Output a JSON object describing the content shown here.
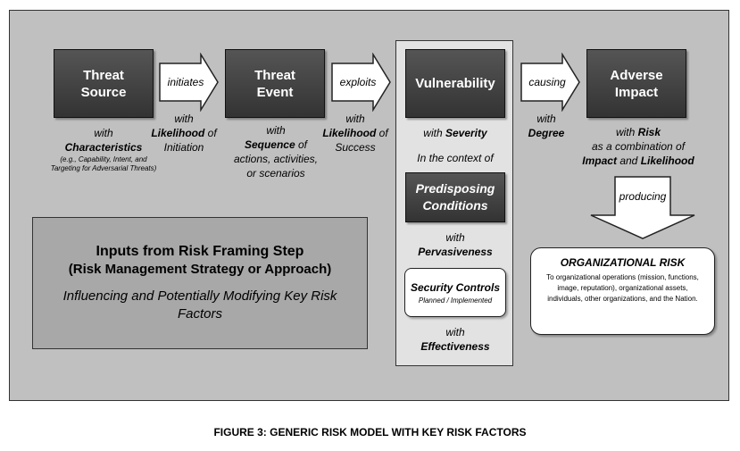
{
  "boxes": {
    "threat_source": [
      "Threat",
      "Source"
    ],
    "threat_event": [
      "Threat",
      "Event"
    ],
    "vulnerability": "Vulnerability",
    "adverse_impact": [
      "Adverse",
      "Impact"
    ],
    "predisposing": [
      "Predisposing",
      "Conditions"
    ]
  },
  "arrows": {
    "initiates": "initiates",
    "exploits": "exploits",
    "causing": "causing",
    "producing": "producing"
  },
  "source_desc": {
    "with": "with",
    "characteristics": "Characteristics",
    "examples": "(e.g., Capability, Intent, and Targeting for Adversarial Threats)"
  },
  "initiation_desc": {
    "with": "with",
    "likelihood": "Likelihood",
    "of": " of",
    "initiation": "Initiation"
  },
  "event_desc": {
    "with": "with",
    "sequence": "Sequence",
    "of": " of",
    "rest": "actions, activities,",
    "rest2": "or scenarios"
  },
  "success_desc": {
    "with": "with",
    "likelihood": "Likelihood",
    "of": " of",
    "success": "Success"
  },
  "vuln_desc": {
    "with": "with ",
    "severity": "Severity",
    "context": "In the context of"
  },
  "predisposing_desc": {
    "with": "with",
    "pervasiveness": "Pervasiveness"
  },
  "controls": {
    "title": "Security Controls",
    "sub": "Planned / Implemented"
  },
  "controls_desc": {
    "with": "with",
    "effectiveness": "Effectiveness"
  },
  "degree_desc": {
    "with": "with",
    "degree": "Degree"
  },
  "impact_desc": {
    "with": "with ",
    "risk": "Risk",
    "combo": "as a combination of",
    "impact": "Impact",
    "and": " and ",
    "likelihood": "Likelihood"
  },
  "inputs": {
    "title": "Inputs from Risk Framing Step",
    "subtitle": "(Risk Management Strategy or Approach)",
    "body": "Influencing and Potentially Modifying Key Risk Factors"
  },
  "org_risk": {
    "title": "ORGANIZATIONAL RISK",
    "desc": "To organizational operations (mission, functions, image, reputation), organizational assets, individuals, other organizations, and the Nation."
  },
  "caption": "FIGURE 3: GENERIC RISK MODEL WITH KEY RISK FACTORS"
}
